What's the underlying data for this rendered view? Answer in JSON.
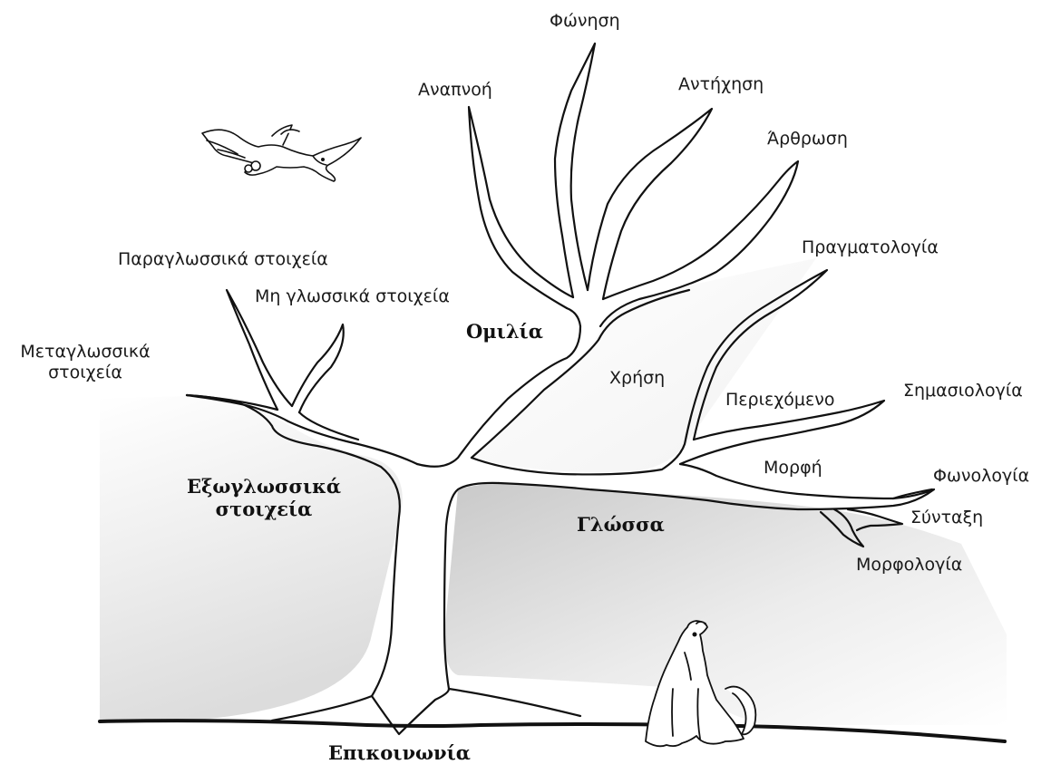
{
  "labels": {
    "fonisi": "Φώνηση",
    "anapnoi": "Αναπνοή",
    "antichisi": "Αντήχηση",
    "arthrosi": "Άρθρωση",
    "paraglossika": "Παραγλωσσικά στοιχεία",
    "mi_glossika": "Μη γλωσσικά στοιχεία",
    "metaglossika_line1": "Μεταγλωσσικά",
    "metaglossika_line2": "στοιχεία",
    "omilia": "Ομιλία",
    "pragmatologia": "Πραγματολογία",
    "chrisi": "Χρήση",
    "periechomeno": "Περιεχόμενο",
    "simasiologia": "Σημασιολογία",
    "morfi": "Μορφή",
    "fonologia": "Φωνολογία",
    "syntaxi": "Σύνταξη",
    "morfologia": "Μορφολογία",
    "exoglossika_line1": "Εξωγλωσσικά",
    "exoglossika_line2": "στοιχεία",
    "glossa": "Γλώσσα",
    "epikoinonia": "Επικοινωνία"
  },
  "illustrations": {
    "bird": "eagle-illustration",
    "dog": "howling-dog-illustration"
  },
  "colors": {
    "ink": "#111111",
    "shade_dark": "#d0d0d0",
    "shade_light": "#ffffff"
  }
}
